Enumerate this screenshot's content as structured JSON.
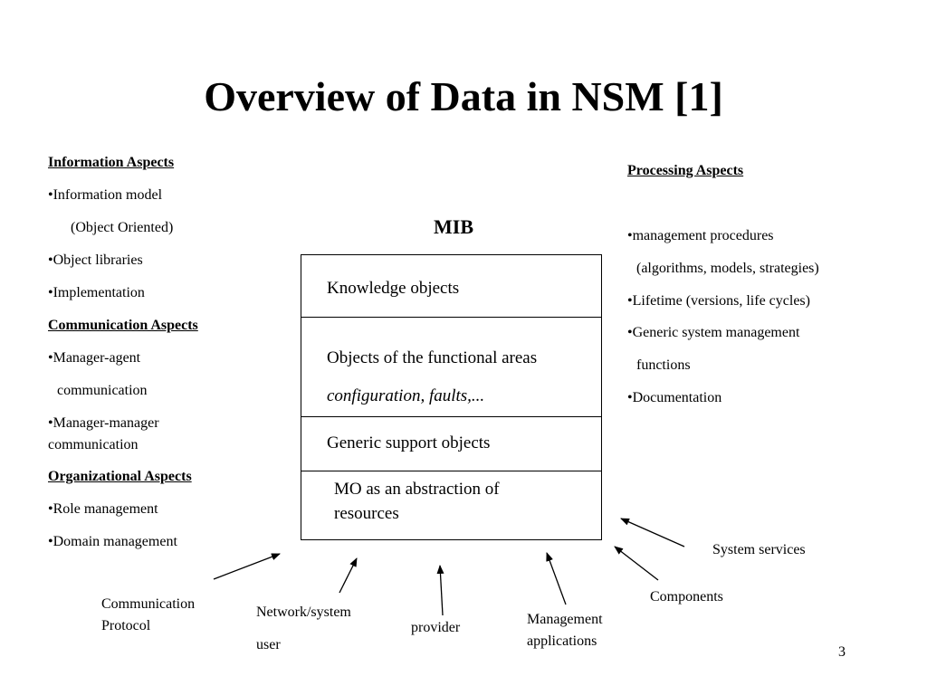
{
  "slide": {
    "title": "Overview of Data in NSM [1]",
    "page_number": "3"
  },
  "left": {
    "info_heading": "Information Aspects",
    "info_item1": "•Information model",
    "info_item1b": "(Object Oriented)",
    "info_item2": "•Object libraries",
    "info_item3": "•Implementation",
    "comm_heading": "Communication Aspects",
    "comm_item1": "•Manager-agent",
    "comm_item1b": "communication",
    "comm_item2": "•Manager-manager",
    "comm_item2b": "communication",
    "org_heading": "Organizational Aspects",
    "org_item1": "•Role management",
    "org_item2": "•Domain management"
  },
  "right": {
    "heading": "Processing Aspects",
    "item1": "•management procedures",
    "item1b": "(algorithms, models, strategies)",
    "item2": "•Lifetime (versions, life cycles)",
    "item3": "•Generic system management",
    "item3b": "functions",
    "item4": "•Documentation"
  },
  "mib": {
    "label": "MIB",
    "layer1": "Knowledge objects",
    "layer2": "Objects of the functional areas",
    "layer2_sub": "configuration, faults,...",
    "layer3": "Generic support objects",
    "layer4a": "MO as an abstraction of",
    "layer4b": "resources"
  },
  "bottom": {
    "comm_protocol_a": "Communication",
    "comm_protocol_b": "Protocol",
    "network_user_a": "Network/system",
    "network_user_b": "user",
    "provider": "provider",
    "mgmt_apps_a": "Management",
    "mgmt_apps_b": "applications",
    "components": "Components",
    "system_services": "System services"
  }
}
